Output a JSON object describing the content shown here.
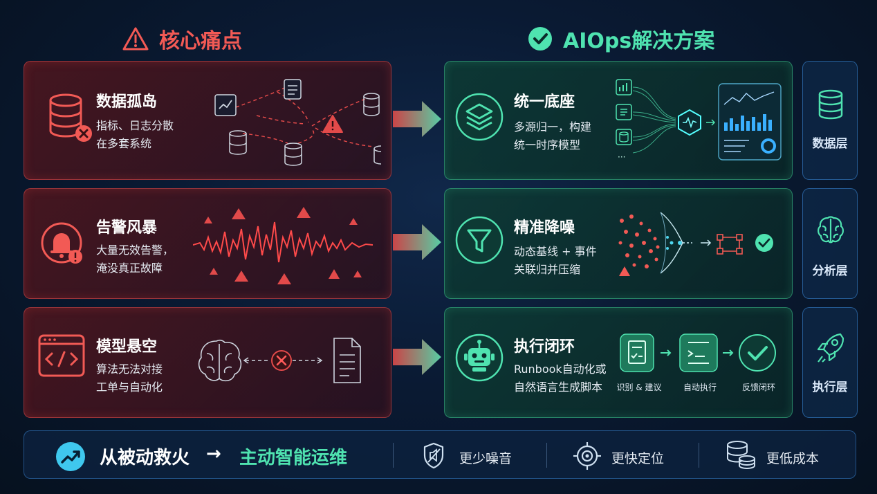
{
  "headings": {
    "pain": "核心痛点",
    "solution": "AIOps解决方案"
  },
  "pain_points": [
    {
      "title": "数据孤岛",
      "desc1": "指标、日志分散",
      "desc2": "在多套系统"
    },
    {
      "title": "告警风暴",
      "desc1": "大量无效告警，",
      "desc2": "淹没真正故障"
    },
    {
      "title": "模型悬空",
      "desc1": "算法无法对接",
      "desc2": "工单与自动化"
    }
  ],
  "solutions": [
    {
      "title": "统一底座",
      "desc1": "多源归一，构建",
      "desc2": "统一时序模型"
    },
    {
      "title": "精准降噪",
      "desc1": "动态基线 + 事件",
      "desc2": "关联归并压缩"
    },
    {
      "title": "执行闭环",
      "desc1": "Runbook自动化或",
      "desc2": "自然语言生成脚本"
    }
  ],
  "exec_steps": [
    "识别 & 建议",
    "自动执行",
    "反馈闭环"
  ],
  "layers": [
    "数据层",
    "分析层",
    "执行层"
  ],
  "bottom": {
    "from": "从被动救火",
    "arrow": "→",
    "to": "主动智能运维",
    "benefits": [
      "更少噪音",
      "更快定位",
      "更低成本"
    ]
  },
  "colors": {
    "red": "#f25a55",
    "green": "#4fe3b0",
    "blue": "#3c8cdc"
  }
}
